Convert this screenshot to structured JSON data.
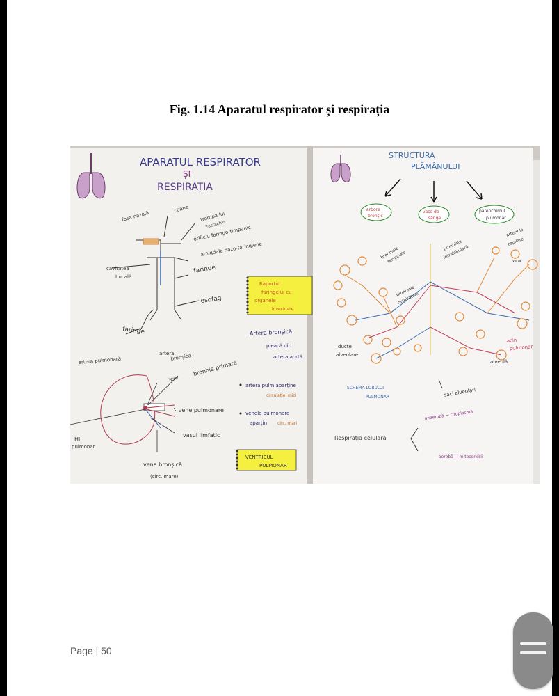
{
  "caption": "Fig. 1.14 Aparatul respirator și respirația",
  "footer": {
    "page_label": "Page | 50"
  },
  "notebook": {
    "left_page": {
      "title_line1": "APARATUL RESPIRATOR",
      "title_line2": "ȘI",
      "title_line3": "RESPIRAȚIA",
      "labels": {
        "fosa_nazala": "fosa nazală",
        "coane": "coane",
        "trompa": "trompa lui",
        "eustachio": "Eustachio",
        "orificiu": "orificiu faringo-timpanic",
        "amigdale": "amigdale nazo-faringiene",
        "cavitatea": "cavitatea",
        "bucala": "bucală",
        "faringe1": "faringe",
        "esofag": "esofag",
        "faringe2": "faringe",
        "artera_pulmonara": "artera pulmonară",
        "artera_bronsica": "artera",
        "bronsica": "bronșică",
        "nerv": "nerv",
        "bronhia_primara": "bronhia primară",
        "vene_pulmonare": "} vene pulmonare",
        "vasul_limfatic": "vasul limfatic",
        "hil": "Hil",
        "pulmonar": "pulmonar",
        "vena_bronsica": "vena bronșică",
        "circ_mare": "(circ. mare)"
      },
      "note_box": {
        "line1": "Raportul",
        "line2": "faringelui cu",
        "line3": "organele",
        "line4": "învecinate"
      },
      "right_col": {
        "artera_bronsica": "Artera bronșică",
        "pleaca_din": "pleacă din",
        "artera_aorta": "artera aortă",
        "bullet1_a": "artera pulm aparține",
        "bullet1_b": "circulației mici",
        "bullet2_a": "venele pulmonare",
        "bullet2_b": "aparțin",
        "bullet2_c": "circ. mari"
      },
      "ventricul": {
        "line1": "VENTRICUL",
        "line2": "PULMONAR"
      }
    },
    "right_page": {
      "title_line1": "STRUCTURA",
      "title_line2": "PLĂMÂNULUI",
      "bubble1a": "arbore",
      "bubble1b": "bronșic",
      "bubble2a": "vase de",
      "bubble2b": "sânge",
      "bubble3a": "parenchimul",
      "bubble3b": "pulmonar",
      "labels": {
        "bronhiole_terminale_a": "bronhiole",
        "bronhiole_terminale_b": "terminale",
        "bronhiola_a": "bronhiola",
        "bronhiola_b": "intralobulară",
        "arteriola": "arteriola",
        "capilare": "capilare",
        "vena": "vena",
        "bronhiole_resp_a": "bronhiole",
        "bronhiole_resp_b": "respiratorii",
        "ducte_a": "ducte",
        "ducte_b": "alveolare",
        "acin_a": "acin",
        "acin_b": "pulmonar",
        "alveola": "alveolă",
        "schema_a": "SCHEMA LOBULUI",
        "schema_b": "PULMONAR",
        "saci": "saci alveolari",
        "respiratia": "Respirația celulară",
        "anaeroba": "anaerobă → citoplasmă",
        "aeroba": "aerobă → mitocondrii"
      }
    }
  }
}
